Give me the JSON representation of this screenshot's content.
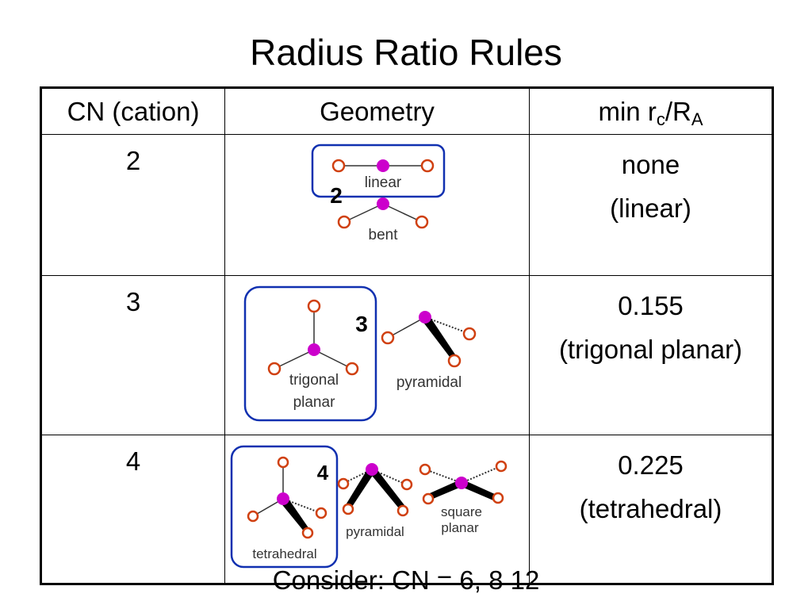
{
  "title": "Radius Ratio Rules",
  "table": {
    "headers": {
      "cn": "CN (cation)",
      "geometry": "Geometry",
      "ratio_min": "min r",
      "ratio_sub_c": "c",
      "ratio_slash": "/R",
      "ratio_sub_a": "A"
    },
    "rows": [
      {
        "cn": "2",
        "ratio": "none",
        "ratio_note": "(linear)",
        "diagram": {
          "number": "2",
          "labels": [
            "linear",
            "bent"
          ]
        }
      },
      {
        "cn": "3",
        "ratio": "0.155",
        "ratio_note": "(trigonal planar)",
        "diagram": {
          "number": "3",
          "labels": [
            "trigonal",
            "planar",
            "pyramidal"
          ]
        }
      },
      {
        "cn": "4",
        "ratio": "0.225",
        "ratio_note": "(tetrahedral)",
        "diagram": {
          "number": "4",
          "labels": [
            "tetrahedral",
            "pyramidal",
            "square",
            "planar"
          ]
        }
      }
    ]
  },
  "footer": "Consider: CN = 6, 8 12",
  "colors": {
    "cation": "#cc00cc",
    "anion": "#d04010",
    "highlight_box": "#1030b0"
  }
}
